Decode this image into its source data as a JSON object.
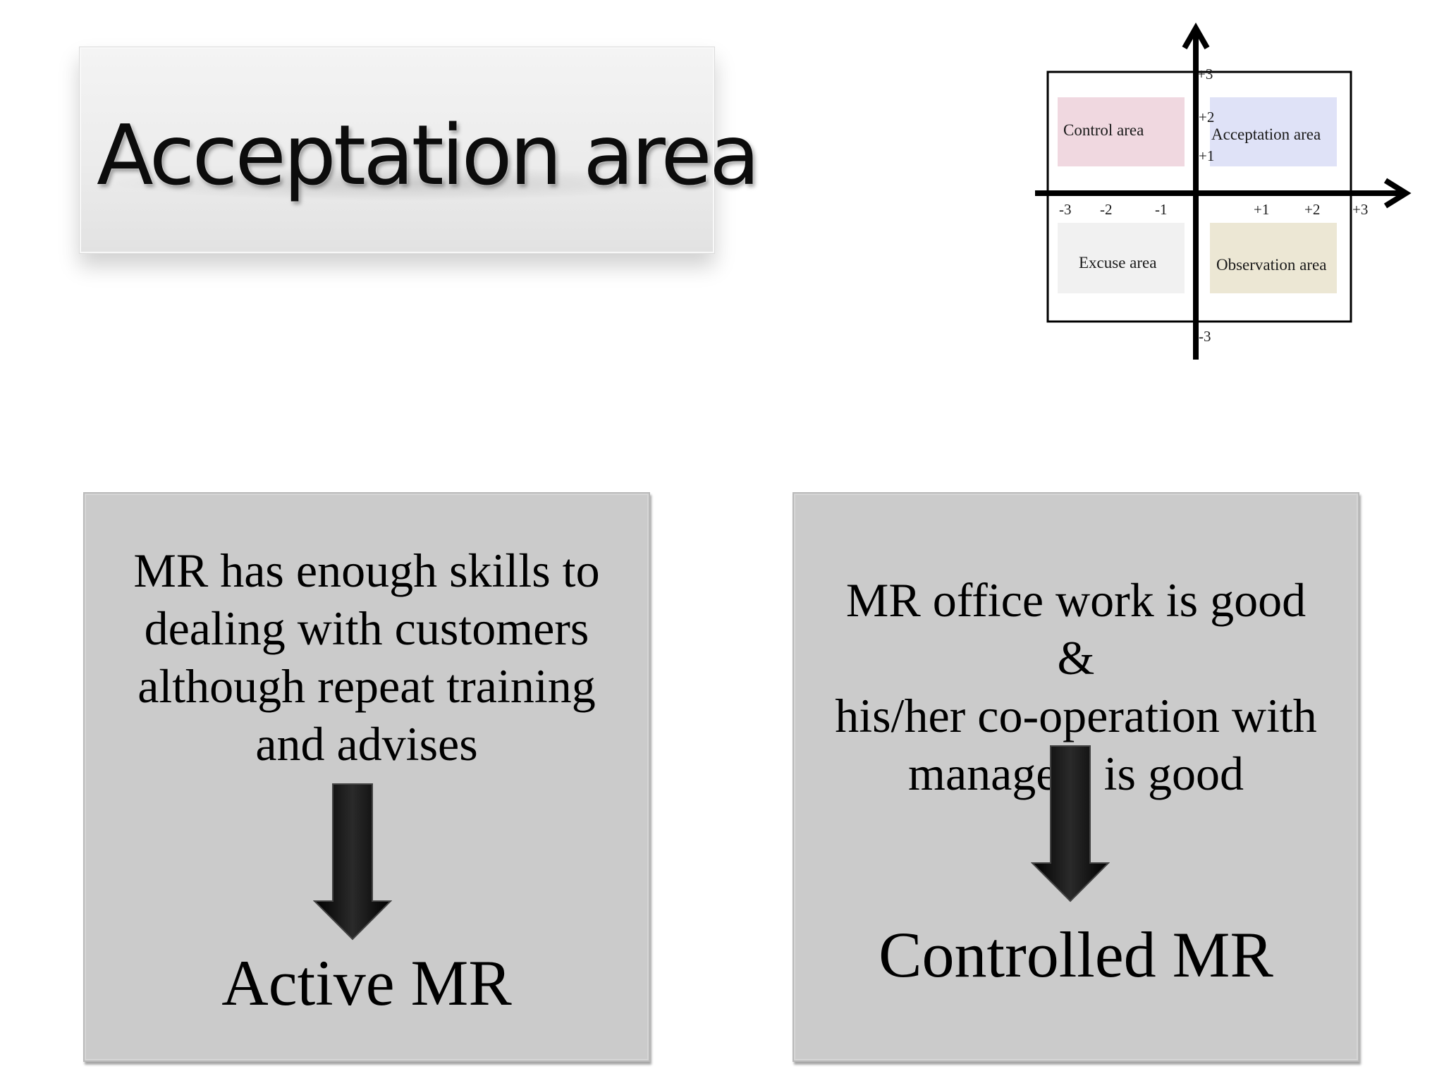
{
  "title": "Acceptation area",
  "quadrant": {
    "areas": {
      "top_left": "Control area",
      "top_right": "Acceptation area",
      "bottom_left": "Excuse area",
      "bottom_right": "Observation area"
    },
    "x_ticks": [
      "-3",
      "-2",
      "-1",
      "+1",
      "+2",
      "+3"
    ],
    "y_ticks": [
      "+3",
      "+2",
      "+1",
      "-3"
    ],
    "colors": {
      "control": "#f0d8e0",
      "acceptation": "#dfe2f7",
      "excuse": "#f1f1f1",
      "observation": "#ece7d4"
    }
  },
  "cards": {
    "left": {
      "lines": [
        "MR has enough skills to",
        "dealing with customers",
        "although repeat training",
        "and advises"
      ],
      "result": "Active MR"
    },
    "right": {
      "lines": [
        "MR office work is good &",
        "his/her co-operation with",
        "managers is good"
      ],
      "result": "Controlled MR"
    }
  }
}
